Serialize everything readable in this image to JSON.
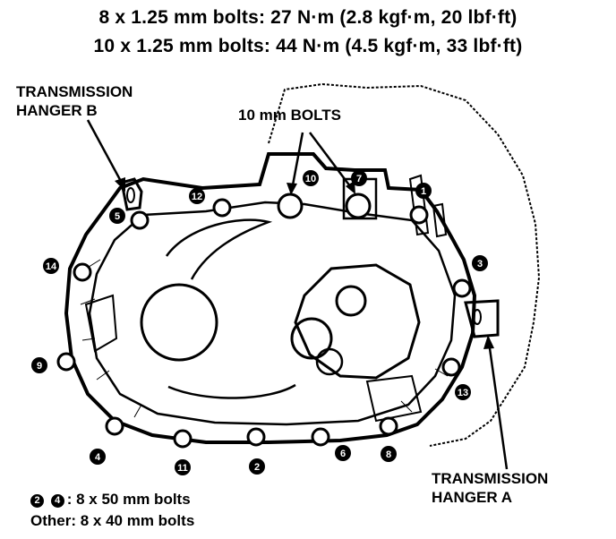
{
  "torque": {
    "line1": "8 x 1.25 mm bolts: 27 N·m (2.8 kgf·m, 20 lbf·ft)",
    "line2": "10 x 1.25 mm bolts: 44 N·m (4.5 kgf·m, 33 lbf·ft)"
  },
  "labels": {
    "hanger_b": [
      "TRANSMISSION",
      "HANGER B"
    ],
    "bolts_10mm": "10 mm BOLTS",
    "hanger_a": [
      "TRANSMISSION",
      "HANGER A"
    ]
  },
  "bolts": [
    {
      "id": "1"
    },
    {
      "id": "2"
    },
    {
      "id": "3"
    },
    {
      "id": "4"
    },
    {
      "id": "5"
    },
    {
      "id": "6"
    },
    {
      "id": "7"
    },
    {
      "id": "8"
    },
    {
      "id": "9"
    },
    {
      "id": "10"
    },
    {
      "id": "11"
    },
    {
      "id": "12"
    },
    {
      "id": "13"
    },
    {
      "id": "14"
    }
  ],
  "legend": {
    "badge_a": "2",
    "badge_b": "4",
    "line1_suffix": ": 8 x 50 mm bolts",
    "line2": "Other: 8 x 40 mm bolts"
  }
}
